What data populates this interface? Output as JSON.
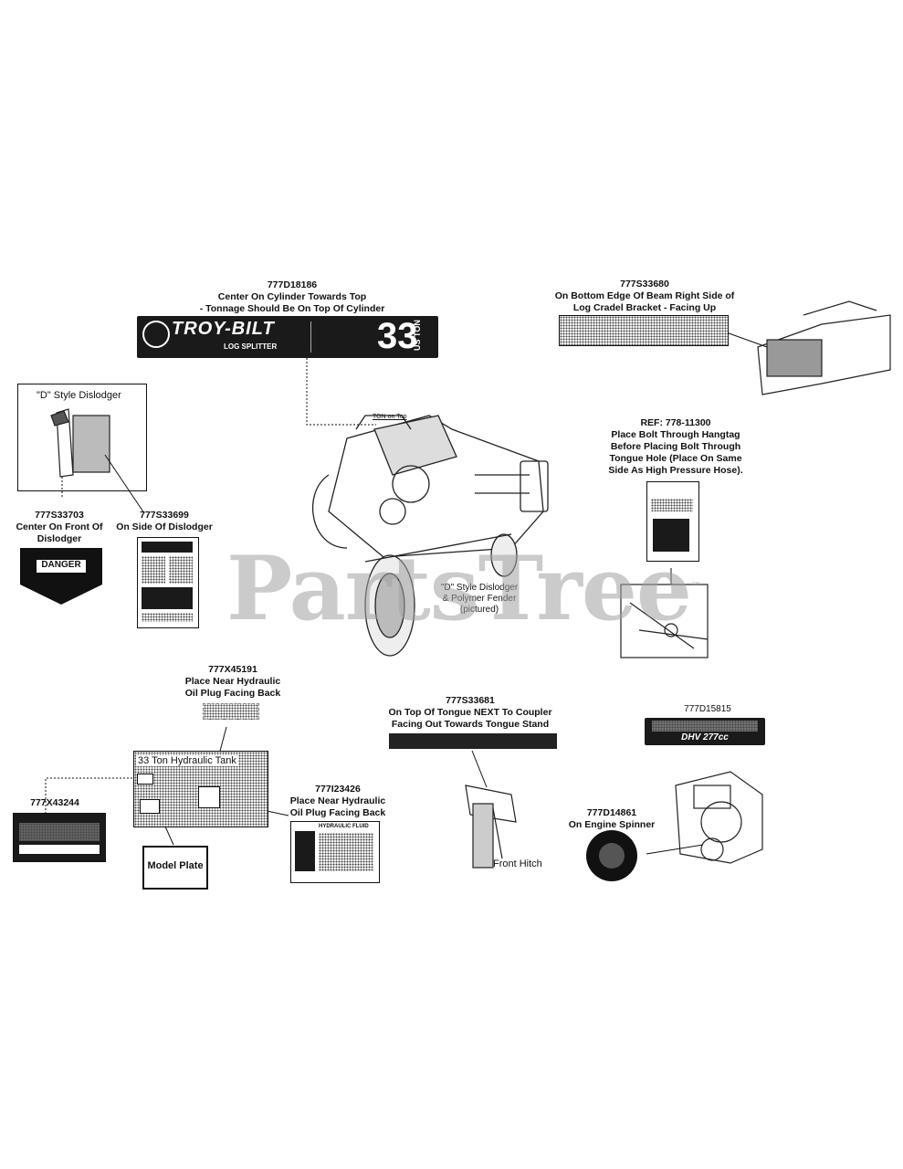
{
  "watermark": {
    "brand": "PartsTree",
    "tm": "™"
  },
  "decals": {
    "d18186": {
      "part": "777D18186",
      "line1": "Center On Cylinder Towards Top",
      "line2": "- Tonnage Should Be On Top Of Cylinder",
      "brand": "TROY-BILT",
      "sub": "LOG SPLITTER",
      "tons": "33",
      "unit": "US TON"
    },
    "s33680": {
      "part": "777S33680",
      "line1": "On Bottom Edge Of Beam Right Side of",
      "line2": "Log Cradel Bracket - Facing Up"
    },
    "dislodger": {
      "title": "\"D\" Style Dislodger"
    },
    "s33703": {
      "part": "777S33703",
      "line1": "Center On Front Of",
      "line2": "Dislodger",
      "badge": "DANGER"
    },
    "s33699": {
      "part": "777S33699",
      "line1": "On Side Of Dislodger"
    },
    "ref": {
      "part": "REF: 778-11300",
      "line1": "Place Bolt Through Hangtag",
      "line2": "Before Placing Bolt Through",
      "line3": "Tongue Hole (Place On Same",
      "line4": "Side As High Pressure Hose)."
    },
    "ton_on_top": "TON on Top",
    "fender_note": {
      "line1": "\"D\" Style Dislodger",
      "line2": "& Polymer Fender",
      "line3": "(pictured)"
    },
    "x45191": {
      "part": "777X45191",
      "line1": "Place Near Hydraulic",
      "line2": "Oil Plug Facing Back"
    },
    "tank": {
      "title": "33 Ton Hydraulic Tank"
    },
    "x43244": {
      "part": "777X43244"
    },
    "model_plate": "Model Plate",
    "i23426": {
      "part": "777I23426",
      "line1": "Place Near Hydraulic",
      "line2": "Oil Plug Facing Back",
      "badge": "HYDRAULIC FLUID"
    },
    "s33681": {
      "part": "777S33681",
      "line1": "On Top Of Tongue NEXT To Coupler",
      "line2": "Facing Out Towards Tongue Stand"
    },
    "front_hitch": "Front Hitch",
    "d15815": {
      "part": "777D15815",
      "badge": "DHV 277cc"
    },
    "d14861": {
      "part": "777D14861",
      "line1": "On Engine Spinner"
    }
  }
}
